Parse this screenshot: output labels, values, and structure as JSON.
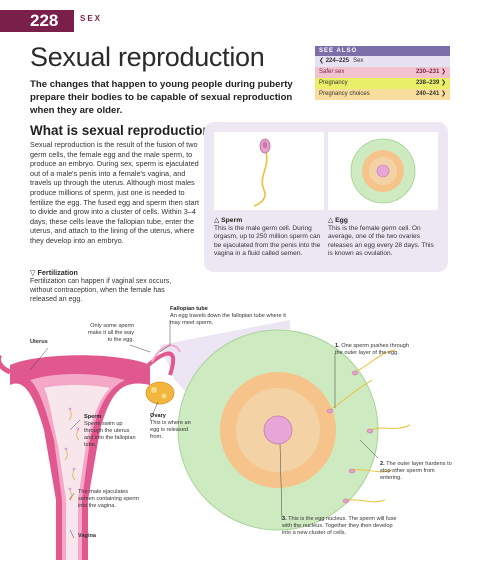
{
  "header": {
    "page_number": "228",
    "section": "SEX"
  },
  "title": "Sexual reproduction",
  "intro": "The changes that happen to young people during puberty prepare their bodies to be capable of sexual reproduction when they are older.",
  "see_also": {
    "heading": "SEE ALSO",
    "items": [
      {
        "label": "Sex",
        "pages": "224–225",
        "color": "#e7e2f2"
      },
      {
        "label": "Safer sex",
        "pages": "230–231",
        "color": "#f2c3cf"
      },
      {
        "label": "Pregnancy",
        "pages": "238–239",
        "color": "#eaef6a"
      },
      {
        "label": "Pregnancy choices",
        "pages": "240–241",
        "color": "#f9dd9c"
      }
    ]
  },
  "section": {
    "heading": "What is sexual reproduction?",
    "body": "Sexual reproduction is the result of the fusion of two germ cells, the female egg and the male sperm, to produce an embryo. During sex, sperm is ejaculated out of a male's penis into a female's vagina, and travels up through the uterus. Although most males produce millions of sperm, just one is needed to fertilize the egg. The fused egg and sperm then start to divide and grow into a cluster of cells. Within 3–4 days, these cells leave the fallopian tube, enter the uterus, and attach to the lining of the uterus, where they develop into an embryo."
  },
  "cells": {
    "sperm": {
      "title": "Sperm",
      "body": "This is the male germ cell. During orgasm, up to 250 million sperm can be ejaculated from the penis into the vagina in a fluid called semen."
    },
    "egg": {
      "title": "Egg",
      "body": "This is the female germ cell. On average, one of the two ovaries releases an egg every 28 days. This is known as ovulation."
    }
  },
  "fertilization": {
    "title": "Fertilization",
    "body": "Fertilization can happen if vaginal sex occurs, without contraception, when the female has released an egg."
  },
  "labels": {
    "fallopian_title": "Fallopian tube",
    "fallopian_body": "An egg travels down the fallopian tube where it may meet sperm.",
    "only_some": "Only some sperm make it all the way to the egg.",
    "uterus": "Uterus",
    "sperm_title": "Sperm",
    "sperm_body": "Sperm swim up through the uterus and into the fallopian tube.",
    "ovary_title": "Ovary",
    "ovary_body": "This is where an egg is released from.",
    "ejaculate": "The male ejaculates semen containing sperm into the vagina.",
    "vagina": "Vagina",
    "step1_num": "1.",
    "step1": "One sperm pushes through the outer layer of the egg.",
    "step2_num": "2.",
    "step2": "The outer layer hardens to stop other sperm from entering.",
    "step3_num": "3.",
    "step3": "This is the egg nucleus. The sperm will fuse with the nucleus. Together they then develop into a new cluster of cells."
  },
  "colors": {
    "brand": "#7a1f4a",
    "panel": "#ece7f2",
    "egg_outer": "#cdeac0",
    "egg_mid": "#f6c48a",
    "nucleus": "#e7a6d8",
    "uterus": "#e1588f",
    "ovary": "#f2b63c"
  },
  "icons": {
    "triangle": "triangle-up-icon",
    "fertilization": "triangle-down-icon"
  }
}
